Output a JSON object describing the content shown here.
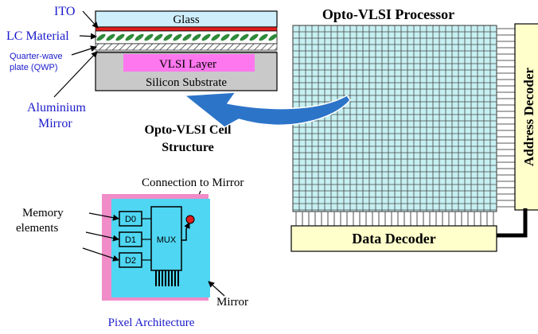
{
  "colors": {
    "blue_label": "#1a1acc",
    "glass": "#cdeefa",
    "ito": "#e01c1c",
    "lc_fill": "#2f8a3a",
    "lc_bg": "#ffffff",
    "vlsi_layer": "#ff77ee",
    "substrate": "#c9c9c9",
    "grid_fill": "#c6f0f2",
    "decoder_fill": "#ffffcc",
    "arrow": "#2c74c8",
    "pixel_pink": "#f08cc8",
    "pixel_cyan": "#4fd6f2"
  },
  "cell_structure": {
    "labels": {
      "ito": "ITO",
      "lc_material": "LC Material",
      "qwp_line1": "Quarter-wave",
      "qwp_line2": "plate (QWP)",
      "mirror_line1": "Aluminium",
      "mirror_line2": "Mirror"
    },
    "layers": {
      "glass": "Glass",
      "vlsi": "VLSI Layer",
      "substrate": "Silicon Substrate"
    },
    "caption_line1": "Opto-VLSI Cell",
    "caption_line2": "Structure"
  },
  "processor": {
    "title": "Opto-VLSI Processor",
    "address_decoder": "Address Decoder",
    "data_decoder": "Data Decoder"
  },
  "pixel": {
    "connection_label": "Connection to Mirror",
    "memory_line1": "Memory",
    "memory_line2": "elements",
    "d0": "D0",
    "d1": "D1",
    "d2": "D2",
    "mux": "MUX",
    "mirror_label": "Mirror",
    "caption": "Pixel Architecture"
  }
}
